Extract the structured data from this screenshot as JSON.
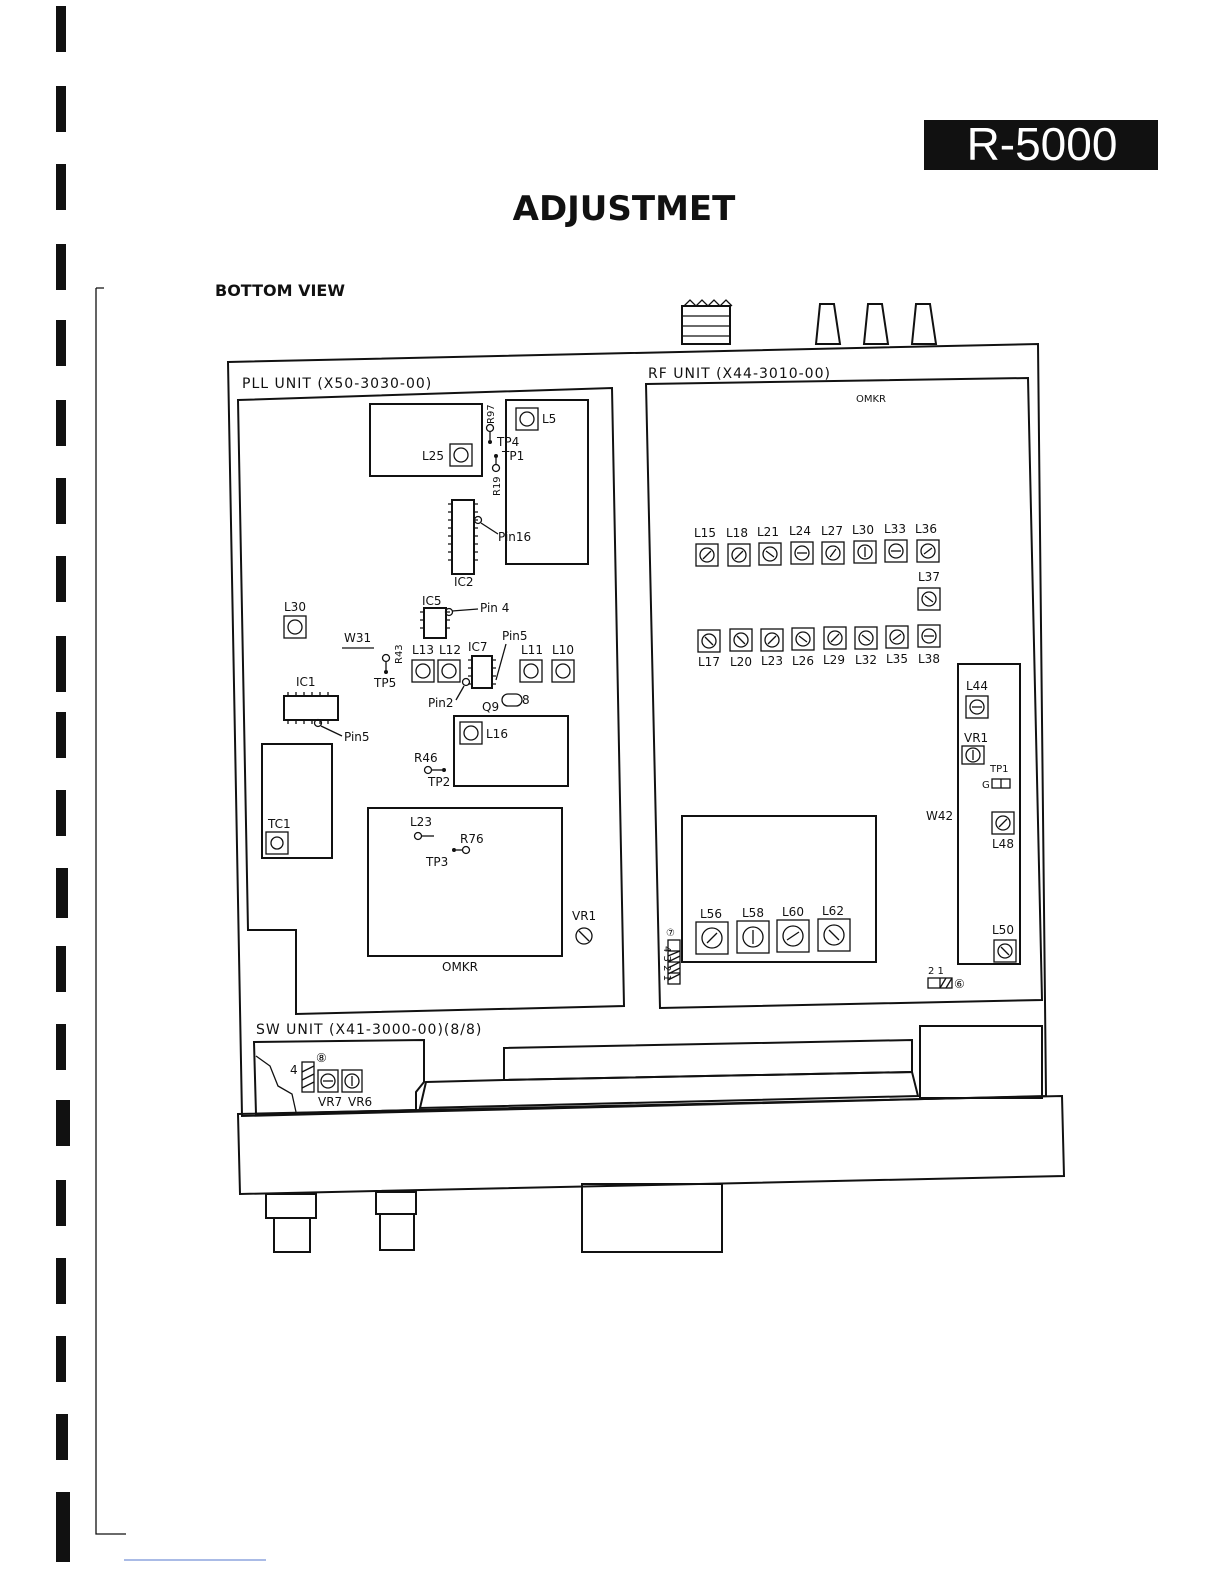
{
  "header": {
    "model": "R-5000",
    "title": "ADJUSTMET",
    "view": "BOTTOM VIEW"
  },
  "units": {
    "pll": "PLL UNIT (X50-3030-00)",
    "rf": "RF UNIT (X44-3010-00)",
    "sw": "SW UNIT (X41-3000-00)(8/8)"
  },
  "pll": {
    "mkr": "OMKR",
    "labels": {
      "l25": "L25",
      "l5": "L5",
      "r97": "R97",
      "tp4": "TP4",
      "tp1": "TP1",
      "r19": "R19",
      "pin16": "Pin16",
      "ic2": "IC2",
      "ic5": "IC5",
      "pin4": "Pin 4",
      "l30": "L30",
      "w31": "W31",
      "r43": "R43",
      "tp5": "TP5",
      "l13": "L13",
      "l12": "L12",
      "ic7": "IC7",
      "pin5a": "Pin5",
      "l11": "L11",
      "l10": "L10",
      "ic1": "IC1",
      "pin5b": "Pin5",
      "pin2": "Pin2",
      "q9": "Q9",
      "q9n": "8",
      "l16": "L16",
      "r46": "R46",
      "tp2": "TP2",
      "tc1": "TC1",
      "l23": "L23",
      "r76": "R76",
      "tp3": "TP3",
      "vr1": "VR1"
    }
  },
  "rf": {
    "mkr": "OMKR",
    "top_row": [
      "L15",
      "L18",
      "L21",
      "L24",
      "L27",
      "L30",
      "L33",
      "L36"
    ],
    "bottom_row": [
      "L17",
      "L20",
      "L23",
      "L26",
      "L29",
      "L32",
      "L35",
      "L38"
    ],
    "l37": "L37",
    "sub_row": [
      "L56",
      "L58",
      "L60",
      "L62"
    ],
    "labels": {
      "l44": "L44",
      "vr1": "VR1",
      "tp1": "TP1",
      "g": "G",
      "w42": "W42",
      "l48": "L48",
      "l50": "L50",
      "c7": "⑦",
      "pins": "4 3 2 1",
      "j21": "2 1",
      "c6": "⑥"
    }
  },
  "sw": {
    "labels": {
      "c8": "⑧",
      "pin4": "4",
      "vr7": "VR7",
      "vr6": "VR6"
    }
  },
  "icons": [
    "coil-trimmer-icon",
    "variable-resistor-icon",
    "test-point-icon",
    "ic-chip-icon"
  ]
}
